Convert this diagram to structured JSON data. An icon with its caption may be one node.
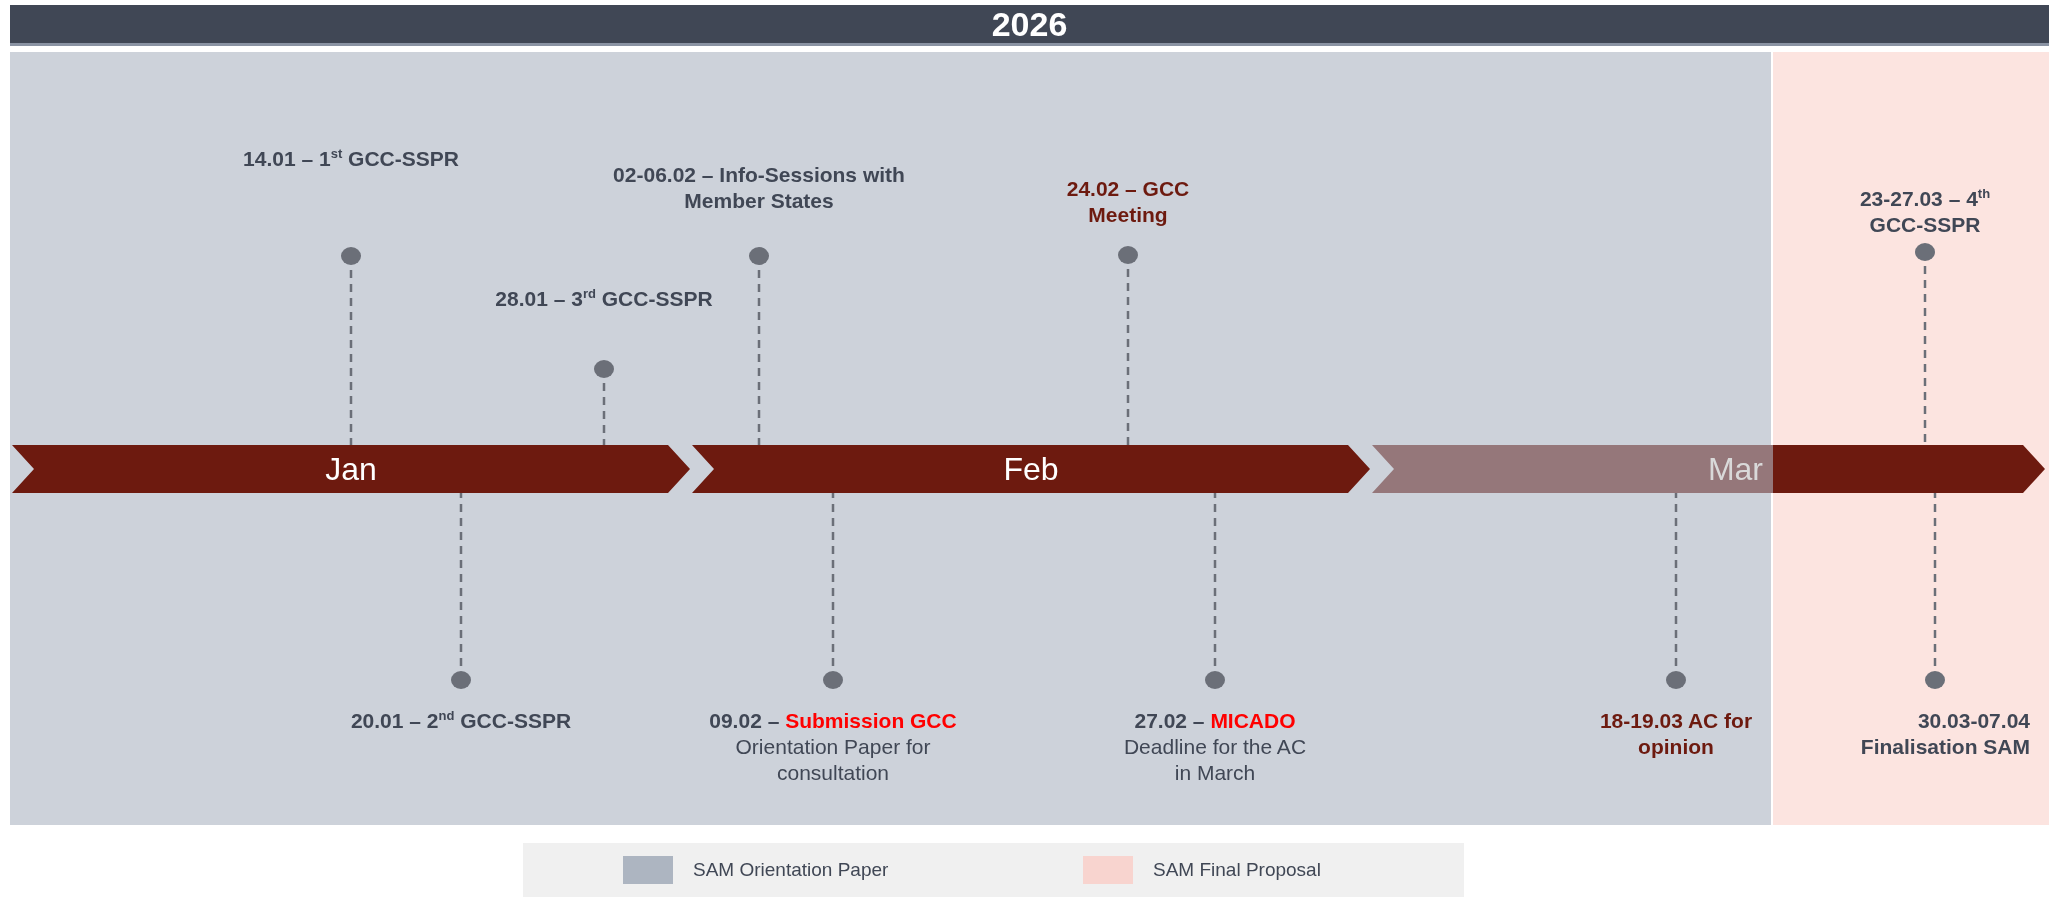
{
  "diagram": {
    "nodes": [
      {
        "text": [
          "2026"
        ]
      },
      {
        "text": [
          "Jan"
        ]
      },
      {
        "text": [
          "Feb"
        ]
      },
      {
        "text": [
          "Mar"
        ]
      },
      {
        "text": [],
        "shape": "chevron"
      },
      {
        "text": [
          "14.01 – 1$^{st}$ GCC-SSPR"
        ]
      },
      {
        "text": [
          "28.01 – 3$^{rd}$ GCC-SSPR"
        ]
      },
      {
        "text": [
          "02-06.02 – Info-Sessions with Member States"
        ]
      },
      {
        "text": [
          "24.02 – GCC Meeting"
        ]
      },
      {
        "text": [
          "23-27.03 – 4$^{th}$ GCC-SSPR"
        ]
      },
      {
        "text": [
          "20.01 – 2$^{nd}$ GCC-SSPR"
        ]
      },
      {
        "text": [
          "09.02 –",
          "Submission GCC",
          "Orientation Paper for consultation"
        ]
      },
      {
        "text": [
          "27.02 –",
          "MICADO",
          "Deadline for the AC in March"
        ]
      },
      {
        "text": [
          "18-19.03 AC for opinion"
        ]
      },
      {
        "text": [
          "30.03-07.04 Finalisation SAM"
        ]
      }
    ],
    "edges": [
      {
        "from": 5,
        "to": 1,
        "arrow": "other",
        "style": "dashed"
      },
      {
        "from": 6,
        "to": 1,
        "arrow": "other",
        "style": "dashed"
      },
      {
        "from": 7,
        "to": 2,
        "arrow": "other",
        "style": "dashed"
      },
      {
        "from": 8,
        "to": 2,
        "arrow": "other",
        "style": "dashed"
      },
      {
        "from": 9,
        "to": 4,
        "arrow": "other",
        "style": "dashed"
      },
      {
        "from": 10,
        "to": 1,
        "arrow": "other",
        "style": "dashed"
      },
      {
        "from": 11,
        "to": 2,
        "arrow": "other",
        "style": "dashed"
      },
      {
        "from": 12,
        "to": 2,
        "arrow": "other",
        "style": "dashed"
      },
      {
        "from": 13,
        "to": 3,
        "arrow": "other",
        "style": "dashed"
      },
      {
        "from": 14,
        "to": 4,
        "arrow": "other",
        "style": "dashed"
      }
    ],
    "legend": [
      {
        "text": "SAM Orientation Paper",
        "color": "#adb5c1"
      },
      {
        "text": "SAM Final Proposal",
        "color": "#f8d4cf"
      }
    ]
  }
}
